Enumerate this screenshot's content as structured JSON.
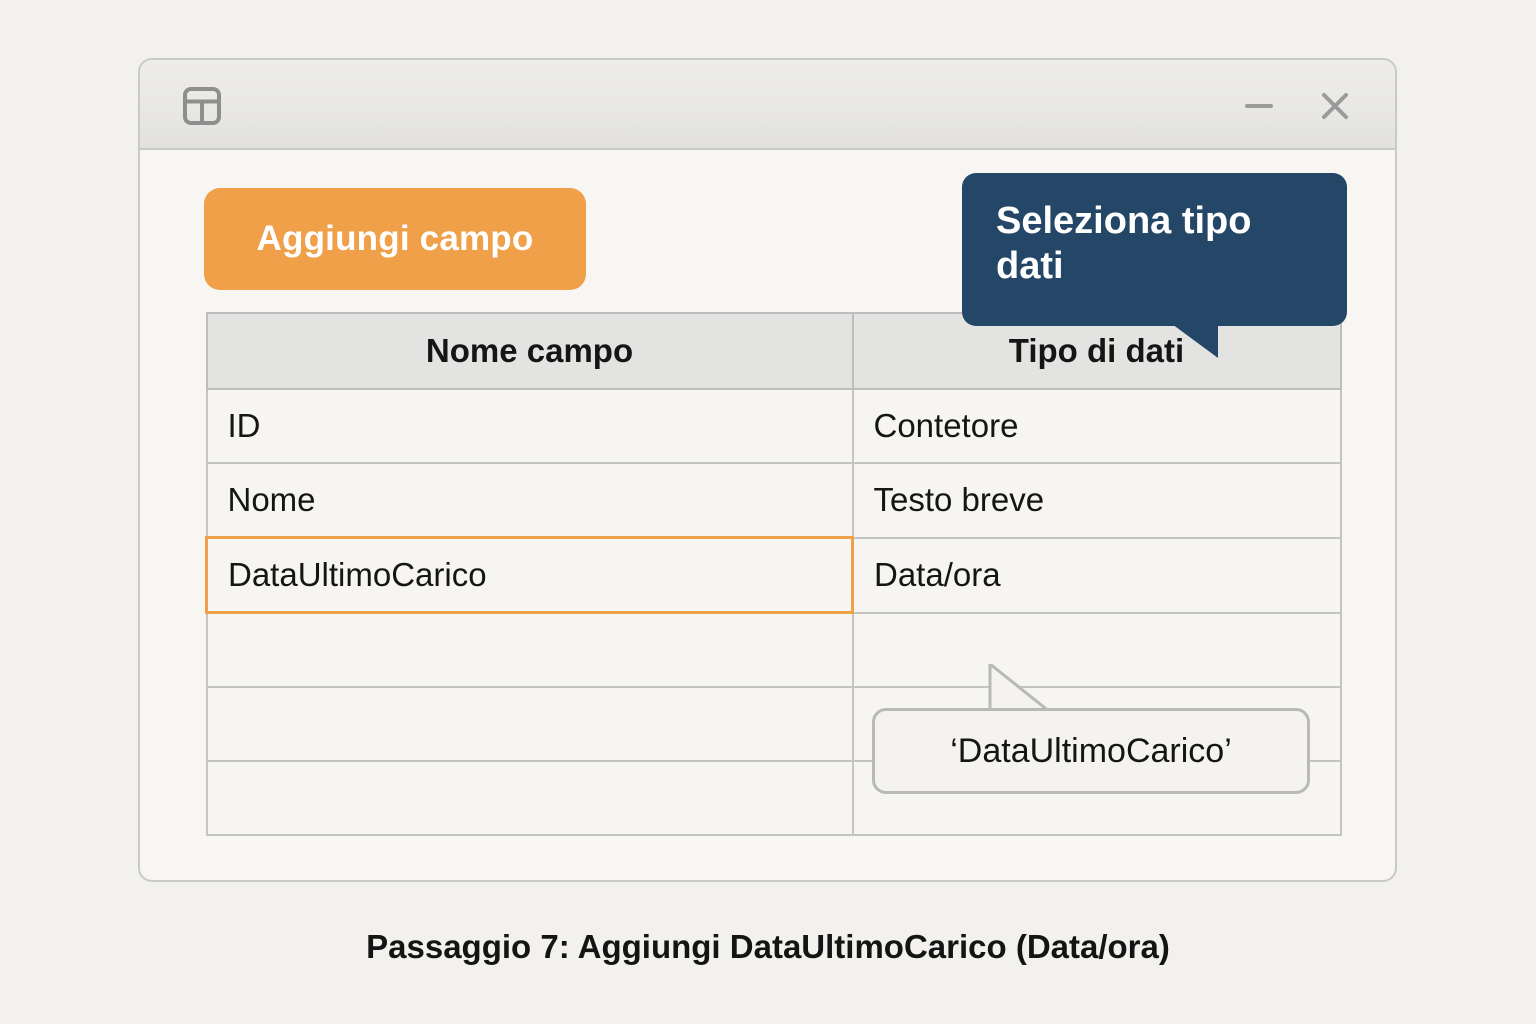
{
  "window": {
    "icon": "table-grid-icon",
    "title": "",
    "minimize_label": "–",
    "close_label": "✕"
  },
  "toolbar": {
    "add_field_label": "Aggiungi campo"
  },
  "table": {
    "headers": [
      "Nome campo",
      "Tipo di dati"
    ],
    "rows": [
      {
        "name": "ID",
        "type": "Contetore",
        "highlight": false
      },
      {
        "name": "Nome",
        "type": "Testo breve",
        "highlight": false
      },
      {
        "name": "DataUltimoCarico",
        "type": "Data/ora",
        "highlight": true
      },
      {
        "name": "",
        "type": "",
        "highlight": false
      },
      {
        "name": "",
        "type": "",
        "highlight": false
      },
      {
        "name": "",
        "type": "",
        "highlight": false
      }
    ]
  },
  "annotations": {
    "datatype_tooltip": "Seleziona tipo dati",
    "fieldname_callout": "‘DataUltimoCarico’"
  },
  "caption": {
    "text": "Passaggio 7: Aggiungi DataUltimoCarico (Data/ora)"
  },
  "colors": {
    "accent_orange": "#efa049",
    "tooltip_navy": "#244767",
    "page_background": "#f2f1ed",
    "window_background": "#f7f6f3",
    "titlebar": "#e8e7e4",
    "header_row": "#e3e3e1",
    "border_gray": "#c4c4c2"
  }
}
